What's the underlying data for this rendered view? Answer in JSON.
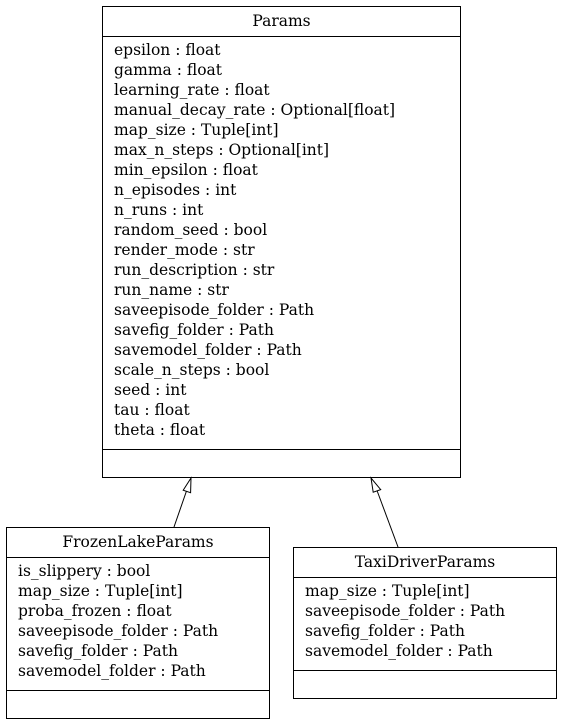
{
  "classes": {
    "params": {
      "name": "Params",
      "attributes": [
        "epsilon : float",
        "gamma : float",
        "learning_rate : float",
        "manual_decay_rate : Optional[float]",
        "map_size : Tuple[int]",
        "max_n_steps : Optional[int]",
        "min_epsilon : float",
        "n_episodes : int",
        "n_runs : int",
        "random_seed : bool",
        "render_mode : str",
        "run_description : str",
        "run_name : str",
        "saveepisode_folder : Path",
        "savefig_folder : Path",
        "savemodel_folder : Path",
        "scale_n_steps : bool",
        "seed : int",
        "tau : float",
        "theta : float"
      ],
      "methods": []
    },
    "frozen_lake_params": {
      "name": "FrozenLakeParams",
      "attributes": [
        "is_slippery : bool",
        "map_size : Tuple[int]",
        "proba_frozen : float",
        "saveepisode_folder : Path",
        "savefig_folder : Path",
        "savemodel_folder : Path"
      ],
      "methods": []
    },
    "taxi_driver_params": {
      "name": "TaxiDriverParams",
      "attributes": [
        "map_size : Tuple[int]",
        "saveepisode_folder : Path",
        "savefig_folder : Path",
        "savemodel_folder : Path"
      ],
      "methods": []
    }
  },
  "relations": [
    {
      "type": "inheritance",
      "child": "FrozenLakeParams",
      "parent": "Params"
    },
    {
      "type": "inheritance",
      "child": "TaxiDriverParams",
      "parent": "Params"
    }
  ],
  "colors": {
    "stroke": "#000000",
    "fill": "#ffffff"
  }
}
